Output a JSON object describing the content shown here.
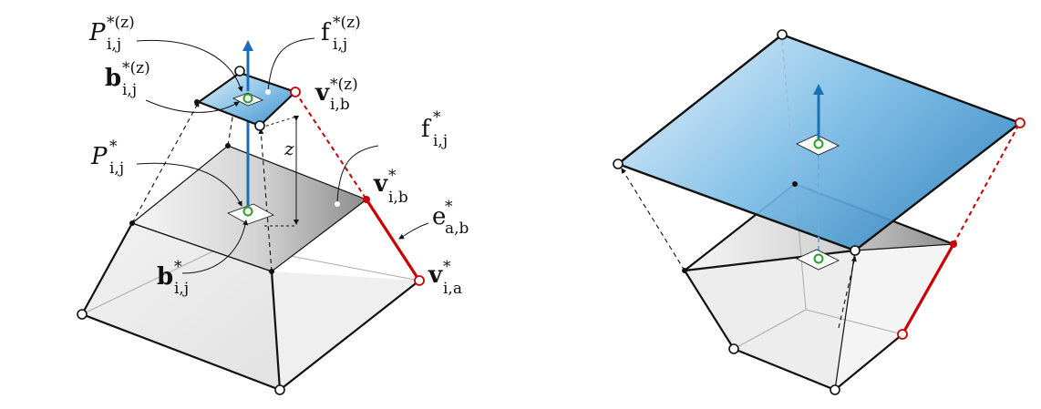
{
  "labels": {
    "P_top": {
      "sym": "P",
      "sub": "i,j",
      "sup": "*(z)"
    },
    "f_top": {
      "sym": "f",
      "sub": "i,j",
      "sup": "*(z)"
    },
    "b_top": {
      "sym": "b",
      "sub": "i,j",
      "sup": "*(z)"
    },
    "v_top": {
      "sym": "v",
      "sub": "i,b",
      "sup": "*(z)"
    },
    "f_mid": {
      "sym": "f",
      "sub": "i,j",
      "sup": "*"
    },
    "z": "z",
    "P_mid": {
      "sym": "P",
      "sub": "i,j",
      "sup": "*"
    },
    "v_ib": {
      "sym": "v",
      "sub": "i,b",
      "sup": "*"
    },
    "e_ab": {
      "sym": "e",
      "sub": "a,b",
      "sup": "*"
    },
    "b_bot": {
      "sym": "b",
      "sub": "i,j",
      "sup": "*"
    },
    "v_ia": {
      "sym": "v",
      "sub": "i,a",
      "sup": "*"
    }
  },
  "colors": {
    "highlight_edge": "#cc0000",
    "normal_arrow": "#1a6fb8",
    "barycenter": "#2aa02a",
    "face_blue_light": "#d6ebf7",
    "face_blue_dark": "#3f8fc9",
    "face_gray_light": "#f4f4f4",
    "face_gray_dark": "#8a8a8a"
  }
}
